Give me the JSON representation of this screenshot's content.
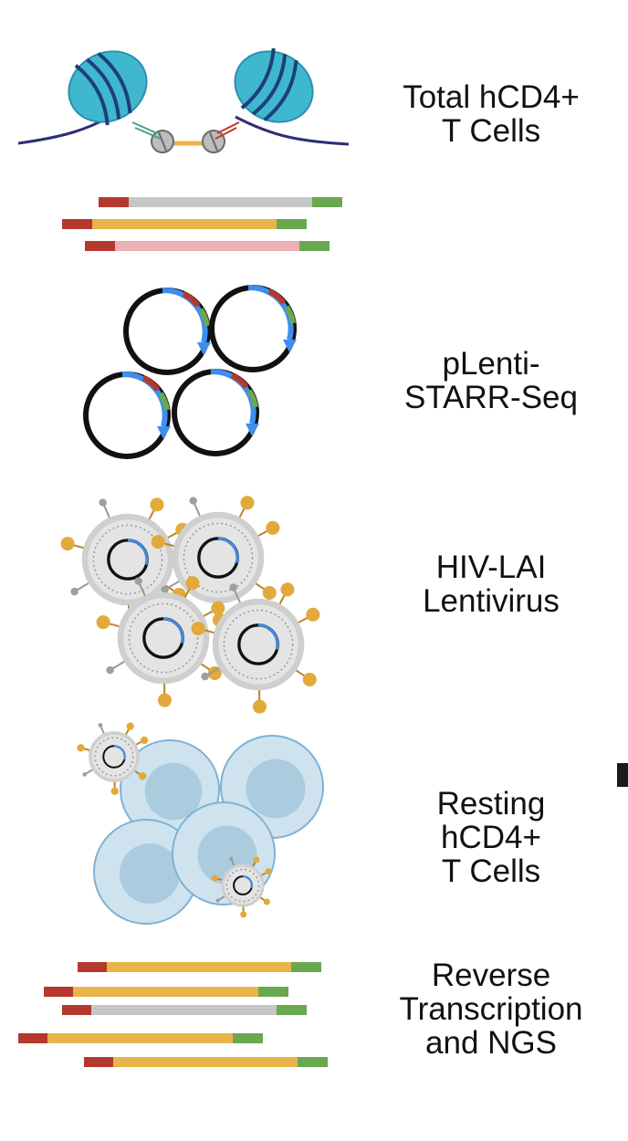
{
  "steps": [
    {
      "lines": [
        "Total hCD4+",
        "T Cells"
      ]
    },
    {
      "lines": []
    },
    {
      "lines": [
        "pLenti-",
        "STARR-Seq"
      ]
    },
    {
      "lines": [
        "HIV-LAI",
        "Lentivirus"
      ]
    },
    {
      "lines": [
        "Resting",
        "hCD4+",
        "T Cells"
      ]
    },
    {
      "lines": [
        "Reverse",
        "Transcription",
        "and NGS"
      ]
    }
  ],
  "colors": {
    "nucleosome": "#3fb8cf",
    "nucleosome_dark": "#1d3f7a",
    "dna": "#2c2f75",
    "segment_red": "#b5382d",
    "segment_green": "#6aa84f",
    "insert_gray": "#c6c6c6",
    "insert_orange": "#e9b44c",
    "insert_pink": "#eab2b4",
    "plasmid": "#111111",
    "plasmid_arrow": "#3d8ef0",
    "virion_envelope": "#cfcfcf",
    "virion_core": "#e4e4e4",
    "virion_knob": "#e2a93b",
    "cell": "#cfe3ef",
    "cell_edge": "#7fb2d4",
    "nucleus": "#abcbde"
  },
  "icons": [
    "nucleosome-pair-icon",
    "fragment-library-icon",
    "plasmid-icon",
    "lentivirus-icon",
    "resting-t-cell-icon",
    "sequencing-reads-icon"
  ]
}
